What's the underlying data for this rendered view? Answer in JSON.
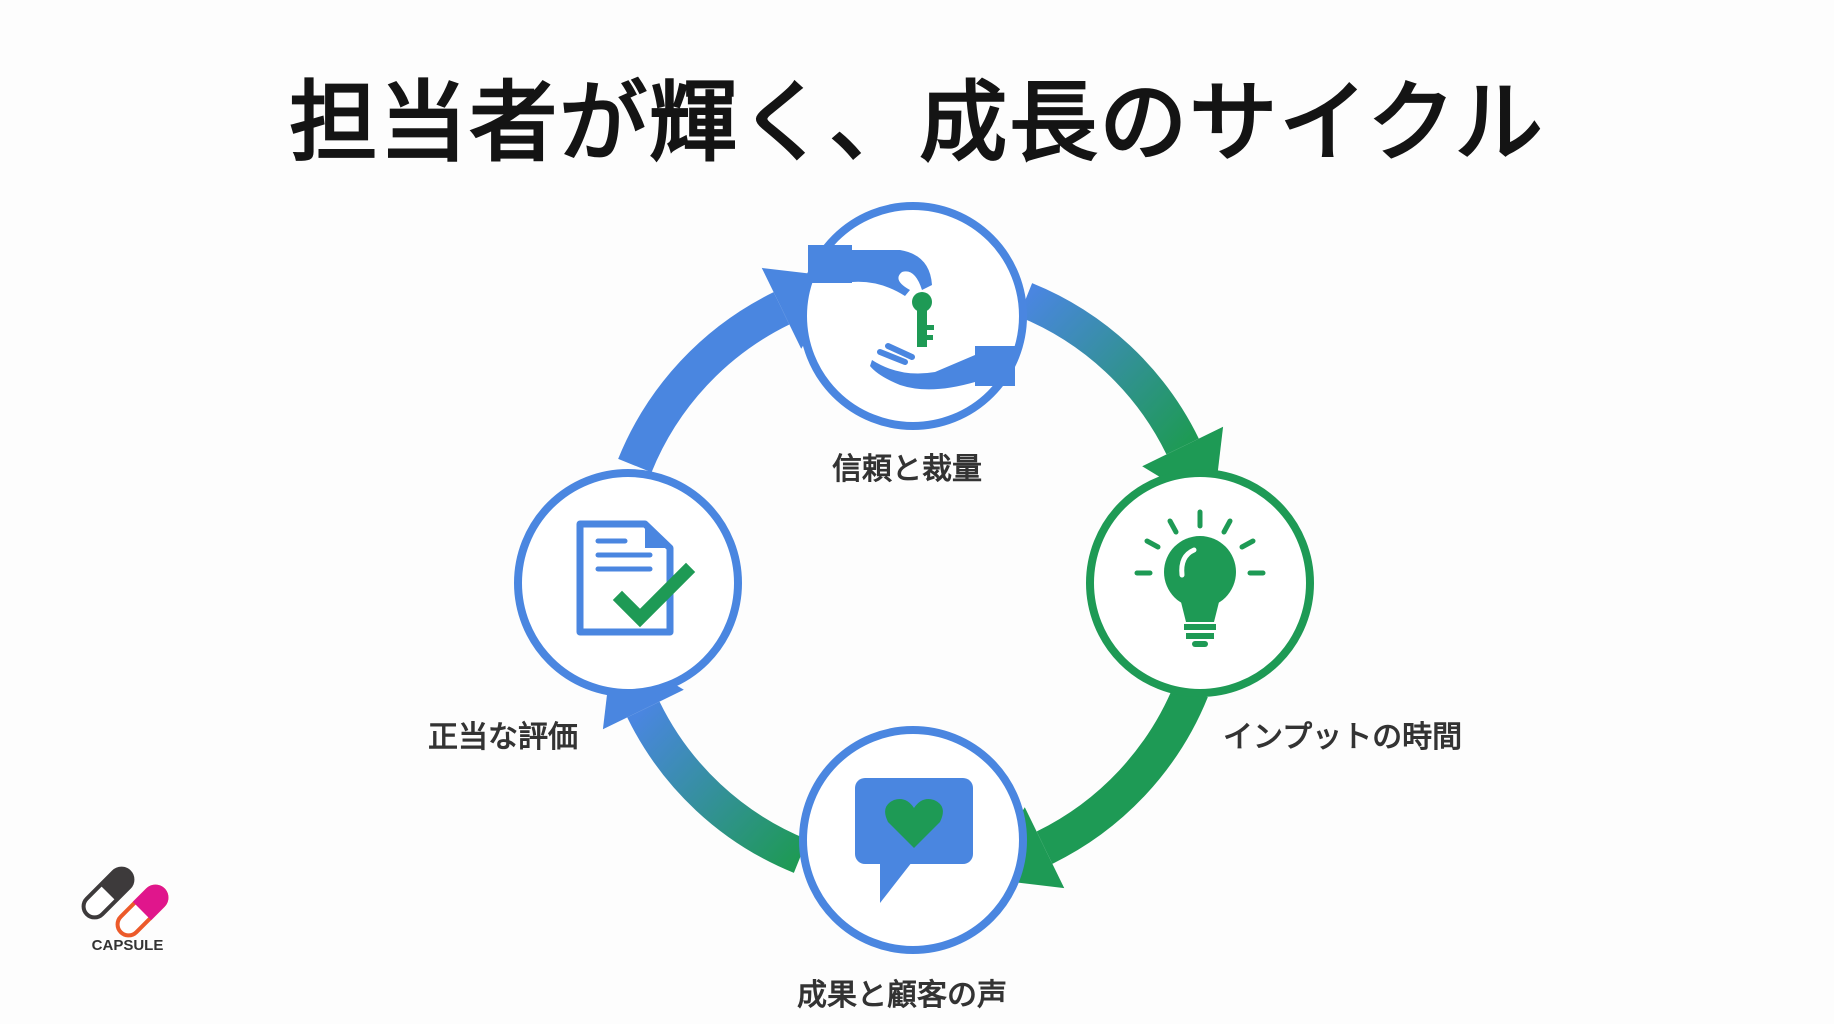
{
  "title": "担当者が輝く、成長のサイクル",
  "steps": [
    {
      "label": "信頼と裁量",
      "icon": "hand-over-key-icon"
    },
    {
      "label": "インプットの時間",
      "icon": "lightbulb-icon"
    },
    {
      "label": "成果と顧客の声",
      "icon": "speech-bubble-heart-icon"
    },
    {
      "label": "正当な評価",
      "icon": "document-check-icon"
    }
  ],
  "logo": {
    "text": "CAPSULE"
  },
  "colors": {
    "blue": "#4a86e0",
    "green": "#1e9a55",
    "text": "#333333",
    "pill_dark": "#3d3a3b",
    "pill_pink": "#e0168c",
    "pill_orange": "#ec5a2a"
  }
}
